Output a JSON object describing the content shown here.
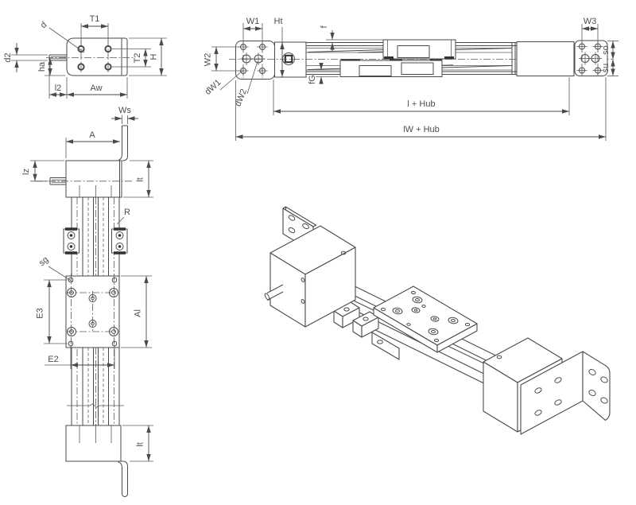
{
  "meta": {
    "drawing_type": "linear-actuator-dimension-drawing",
    "background_color": "#ffffff",
    "line_color": "#4a4a4a",
    "label_color": "#4d4d4d"
  },
  "views": {
    "end_view": {
      "labels": {
        "d": "d",
        "t1": "T1",
        "t2": "T2",
        "h": "H",
        "ha": "ha",
        "d2": "d2",
        "l2": "l2",
        "aw": "Aw"
      }
    },
    "plan_view": {
      "labels": {
        "ws": "Ws",
        "a": "A",
        "lz": "lz",
        "lt_top": "lt",
        "r": "R",
        "sg": "sg",
        "e3": "E3",
        "al": "Al",
        "e2": "E2",
        "lt_bottom": "lt"
      }
    },
    "side_view": {
      "labels": {
        "w1": "W1",
        "ht": "Ht",
        "w2": "W2",
        "dw1": "dW1",
        "dw2": "dW2",
        "f": "f",
        "fg": "fG",
        "w3": "W3",
        "so": "so",
        "su": "su",
        "l_hub": "l + Hub",
        "lw_hub": "lW + Hub"
      }
    }
  }
}
